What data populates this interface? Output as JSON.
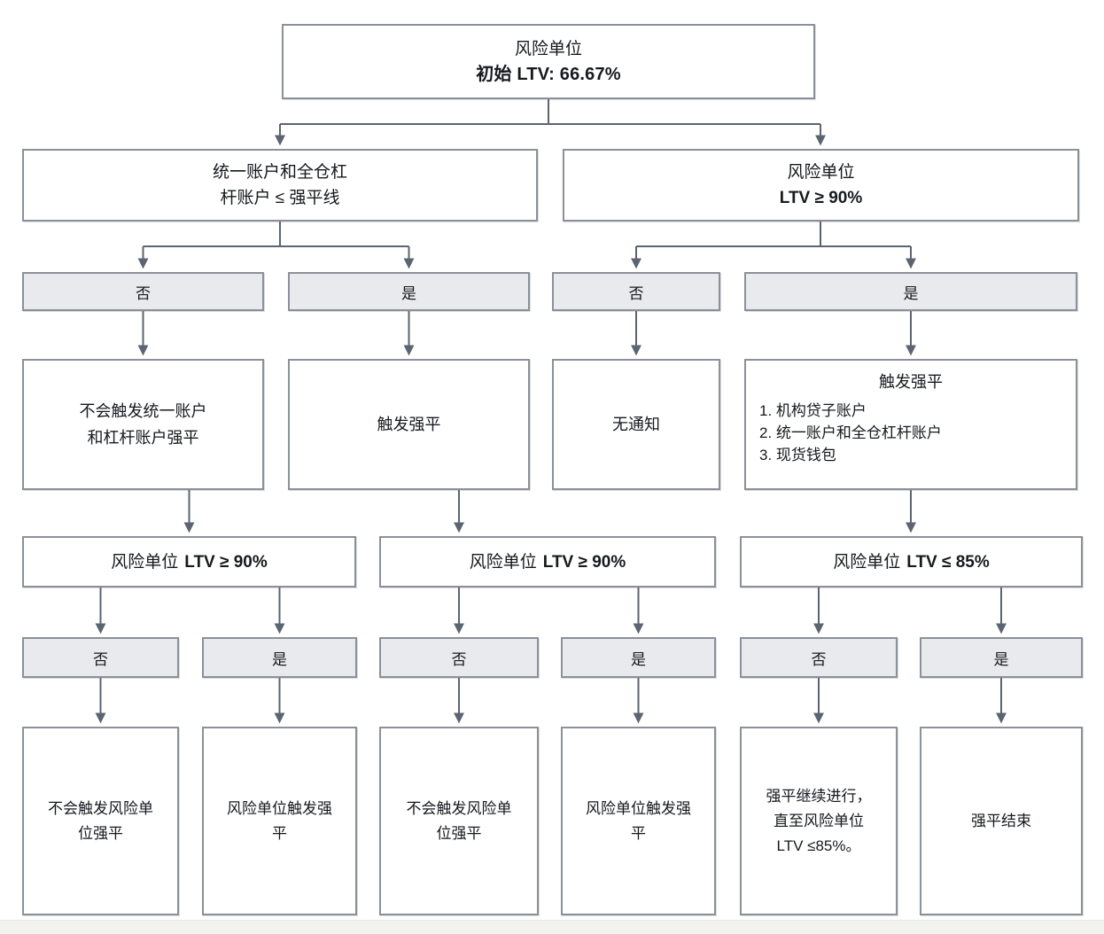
{
  "colors": {
    "line": "#5b6470",
    "border": "#8b9099",
    "yesno_fill": "#e9eaed",
    "text": "#16191e",
    "page_bg": "#ffffff",
    "footer_strip": "#f2f2ef"
  },
  "labels": {
    "no": "否",
    "yes": "是"
  },
  "nodes": {
    "root": {
      "title": "风险单位",
      "subtitle": "初始 LTV: 66.67%"
    },
    "cond_unified": {
      "lines": [
        "统一账户和全仓杠",
        "杆账户 ≤ 强平线"
      ]
    },
    "cond_risk_top": {
      "line1": "风险单位",
      "line2": "LTV ≥ 90%"
    },
    "outcome_no_unified_liq": {
      "lines": [
        "不会触发统一账户",
        "和杠杆账户强平"
      ]
    },
    "outcome_trigger_liq": {
      "text": "触发强平"
    },
    "outcome_no_notice": {
      "text": "无通知"
    },
    "outcome_trigger_liq_list": {
      "title": "触发强平",
      "items": [
        "1. 机构贷子账户",
        "2. 统一账户和全仓杠杆账户",
        "3. 现货钱包"
      ]
    },
    "cond_ltv90": {
      "prefix": "风险单位",
      "value": "LTV ≥ 90%"
    },
    "cond_ltv85": {
      "prefix": "风险单位",
      "value": "LTV ≤ 85%"
    },
    "final_no_risk_liq": {
      "lines": [
        "不会触发风险单",
        "位强平"
      ]
    },
    "final_risk_liq": {
      "lines": [
        "风险单位触发强",
        "平"
      ]
    },
    "final_continue": {
      "lines": [
        "强平继续进行，",
        "直至风险单位",
        "LTV ≤85%。"
      ]
    },
    "final_end": {
      "text": "强平结束"
    }
  }
}
